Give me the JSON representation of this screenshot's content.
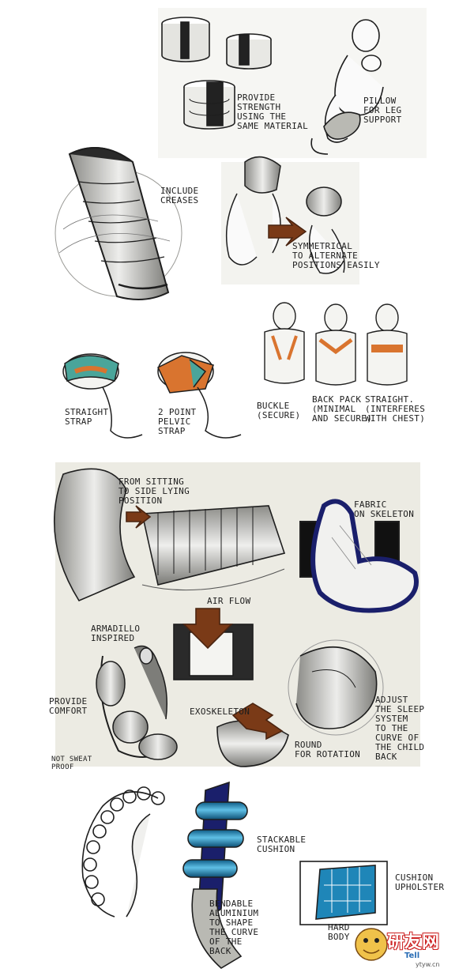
{
  "annotations": {
    "provide_strength": "PROVIDE\nSTRENGTH\nUSING THE\nSAME MATERIAL",
    "pillow": "PILLOW\nFOR LEG\nSUPPORT",
    "include_creases": "INCLUDE\nCREASES",
    "symmetrical": "SYMMETRICAL\nTO ALTERNATE\nPOSITIONS EASILY",
    "straight_strap": "STRAIGHT\nSTRAP",
    "two_point_pelvic": "2 POINT\nPELVIC\nSTRAP",
    "buckle": "BUCKLE\n(SECURE)",
    "back_pack": "BACK PACK\n(MINIMAL\nAND SECURE)",
    "straight_interferes": "STRAIGHT.\n(INTERFERES\nWITH CHEST)",
    "sitting_to_side": "FROM SITTING\nTO SIDE LYING\nPOSITION",
    "fabric_skeleton": "FABRIC\nON SKELETON",
    "airflow": "AIR FLOW",
    "armadillo": "ARMADILLO\nINSPIRED",
    "provide_comfort": "PROVIDE\nCOMFORT",
    "exoskeleton": "EXOSKELETON",
    "round_rotation": "ROUND\nFOR ROTATION",
    "adjust_sleep": "ADJUST\nTHE SLEEP\nSYSTEM\nTO THE\nCURVE OF\nTHE CHILD\nBACK",
    "not_sweat": "NOT SWEAT\nPROOF",
    "stackable": "STACKABLE\nCUSHION",
    "cushion_upholster": "CUSHION\nUPHOLSTER",
    "bendable": "BENDABLE\nALUMINIUM\nTO SHAPE\nTHE CURVE\nOF THE\nBACK",
    "hard_body": "HARD\nBODY"
  },
  "watermark": {
    "brand": "研友网",
    "label": "Tell",
    "url": "ytyw.cn"
  },
  "colors": {
    "ink": "#1e1e1e",
    "marker_grey": "#b9b9b3",
    "accent_orange": "#d9742f",
    "accent_teal": "#4aa59a",
    "arrow_brown": "#7a3a17",
    "navy": "#1a1f6b",
    "cyan": "#1f86b8"
  }
}
